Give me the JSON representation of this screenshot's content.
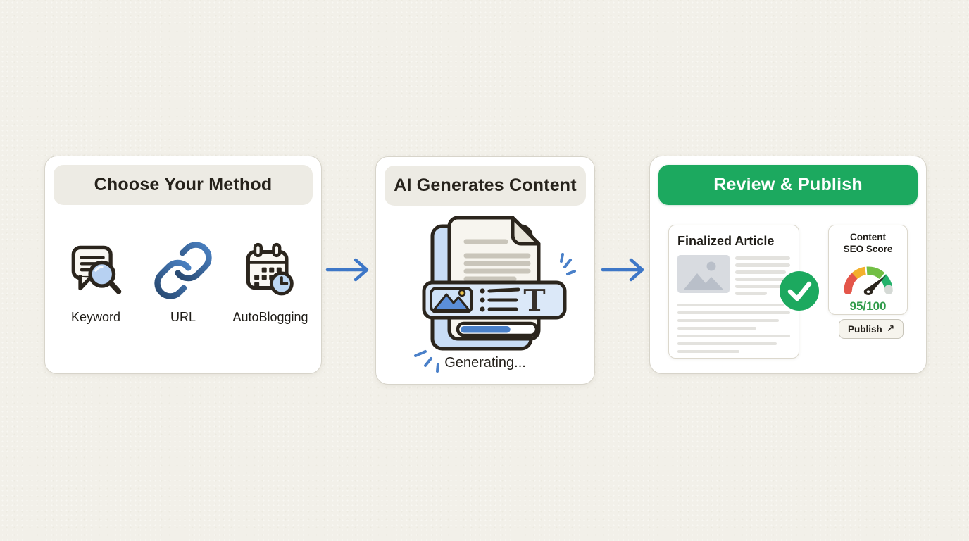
{
  "diagram": {
    "steps": [
      {
        "title": "Choose Your Method",
        "methods": [
          {
            "label": "Keyword",
            "icon": "keyword-search-icon"
          },
          {
            "label": "URL",
            "icon": "link-icon"
          },
          {
            "label": "AutoBlogging",
            "icon": "calendar-clock-icon"
          }
        ]
      },
      {
        "title": "AI Generates Content",
        "status": "Generating...",
        "doc_letter": "T",
        "progress_percent": 68
      },
      {
        "title": "Review & Publish",
        "article_title": "Finalized Article",
        "seo_label_line1": "Content",
        "seo_label_line2": "SEO Score",
        "seo_score": "95/100",
        "publish_label": "Publish",
        "publish_arrow": "↗"
      }
    ],
    "colors": {
      "background": "#f2f0e9",
      "card_bg": "#ffffff",
      "card_border": "#d7d4ca",
      "pill_bg": "#edebe4",
      "ink": "#26221b",
      "green": "#1ca95f",
      "score_green": "#2f9b49",
      "arrow_blue": "#3e77c7",
      "accent_blue": "#4a80c9",
      "light_blue": "#dbe8f8",
      "doc_back_blue": "#c9ddf5",
      "outline": "#2b251d",
      "gauge_red": "#e4564a",
      "gauge_orange": "#f3b02c",
      "gauge_lightgreen": "#72bf44",
      "gauge_green": "#23b26b",
      "gauge_gray": "#d4d9d5",
      "skeleton_gray": "#e3e2de"
    }
  }
}
